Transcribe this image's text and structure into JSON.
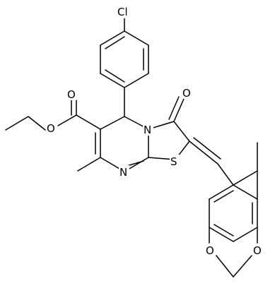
{
  "molecule": {
    "atoms": {
      "cl": "Cl",
      "o_carbonyl_ring": "O",
      "o_ester_carbonyl": "O",
      "o_ester_alkoxy": "O",
      "n_ring": "N",
      "n_imine": "N",
      "s_ring": "S",
      "o_dioxole_left": "O",
      "o_dioxole_right": "O"
    }
  }
}
